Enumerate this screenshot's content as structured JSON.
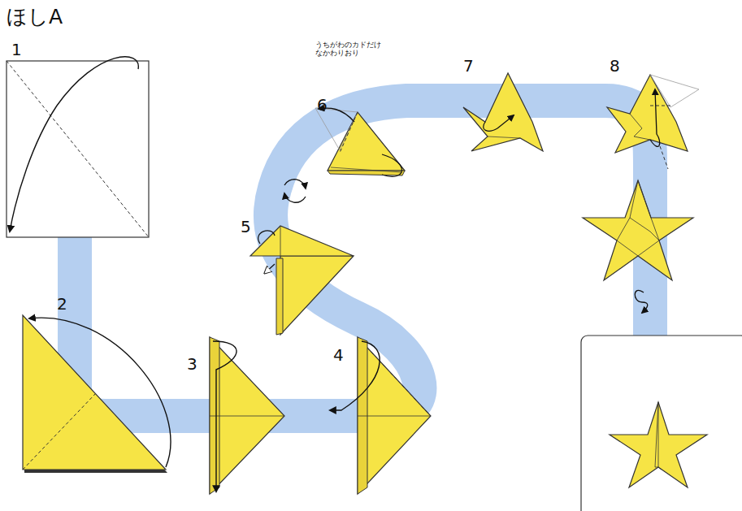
{
  "diagram": {
    "title": "ほしA",
    "labels": [
      "1",
      "2",
      "3",
      "4",
      "5",
      "6",
      "7",
      "8",
      "うちがわのカドだけ なかわりおり"
    ]
  }
}
